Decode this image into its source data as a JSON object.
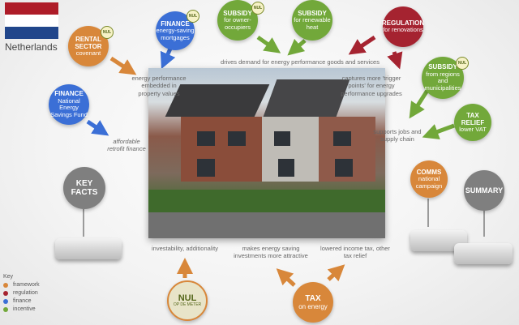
{
  "country": "Netherlands",
  "flag_colors": [
    "#ae1c28",
    "#ffffff",
    "#21468b"
  ],
  "badge_text": "NUL",
  "nodes": {
    "rental": {
      "title": "RENTAL SECTOR",
      "sub": "covenant",
      "color": "#d8873a"
    },
    "finance_mortgage": {
      "title": "FINANCE",
      "sub": "energy-saving mortgages",
      "color": "#3b6fd6"
    },
    "subsidy_owner": {
      "title": "SUBSIDY",
      "sub": "for owner-occupiers",
      "color": "#72a83a"
    },
    "subsidy_heat": {
      "title": "SUBSIDY",
      "sub": "for renewable heat",
      "color": "#72a83a"
    },
    "regulation": {
      "title": "REGULATION",
      "sub": "for renovations",
      "color": "#a52330"
    },
    "subsidy_regions": {
      "title": "SUBSIDY",
      "sub": "from regions and municipalities",
      "color": "#72a83a"
    },
    "tax_relief": {
      "title": "TAX RELIEF",
      "sub": "lower VAT",
      "color": "#72a83a"
    },
    "finance_fund": {
      "title": "FINANCE",
      "sub": "National Energy Savings Fund",
      "color": "#3b6fd6"
    },
    "key_facts": {
      "title": "KEY FACTS"
    },
    "comms": {
      "title": "COMMS",
      "sub": "national campaign",
      "color": "#d8873a"
    },
    "summary": {
      "title": "SUMMARY"
    },
    "tax": {
      "title": "TAX",
      "sub": "on energy",
      "color": "#d8873a"
    },
    "nul_logo": {
      "title": "NUL",
      "sub": "OP DE METER"
    }
  },
  "notes": {
    "drives_demand": "drives demand for energy performance goods and services",
    "embedded": "energy performance embedded in property values",
    "captures": "captures more 'trigger points' for energy performance upgrades",
    "affordable": "affordable retrofit finance",
    "supports_jobs": "supports jobs and supply chain",
    "investability": "investability, additionality",
    "makes_saving": "makes energy saving investments more attractive",
    "lowered_tax": "lowered income tax, other tax relief"
  },
  "key": {
    "title": "Key",
    "items": [
      {
        "label": "framework",
        "color": "#d8873a"
      },
      {
        "label": "regulation",
        "color": "#a52330"
      },
      {
        "label": "finance",
        "color": "#3b6fd6"
      },
      {
        "label": "incentive",
        "color": "#72a83a"
      }
    ]
  }
}
